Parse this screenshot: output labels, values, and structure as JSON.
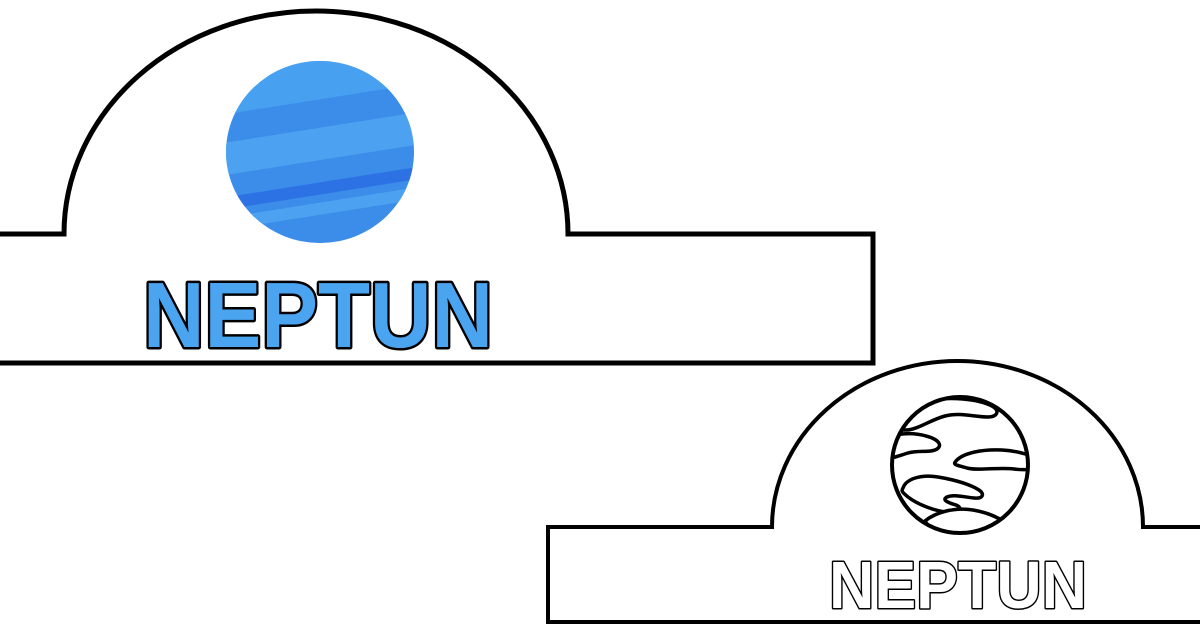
{
  "sheet": {
    "background": "#FFFFFF",
    "outline_color": "#000000",
    "description": "Neptune paper crown craft template, colored version and black-and-white coloring version"
  },
  "crowns": [
    {
      "name": "colored-neptune-crown",
      "title": "NEPTUN",
      "title_fill": "#4BA4F0",
      "planet": {
        "base": "#3B8DE9",
        "cap_light": "#47A0F0",
        "stripe_light": "#4CA2F0",
        "stripe_dark": "#2C72E4"
      }
    },
    {
      "name": "outline-neptune-crown",
      "title": "NEPTUN",
      "title_fill": "#FFFFFF",
      "planet": {
        "fill": "#FFFFFF",
        "stroke": "#000000"
      }
    }
  ]
}
